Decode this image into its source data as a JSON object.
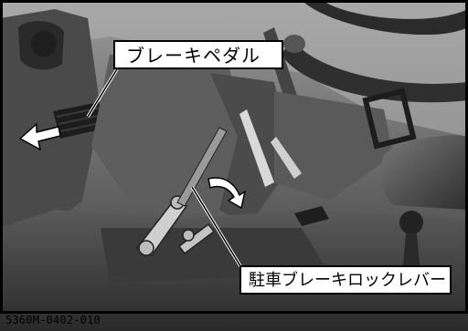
{
  "labels": {
    "brake_pedal": "ブレーキペダル",
    "parking_brake_lock_lever": "駐車ブレーキロックレバー"
  },
  "figure_id": "5360M-0402-010",
  "colors": {
    "frame": "#000000",
    "arrow": "#ffffff",
    "label_bg": "#ffffff",
    "label_text": "#000000"
  }
}
